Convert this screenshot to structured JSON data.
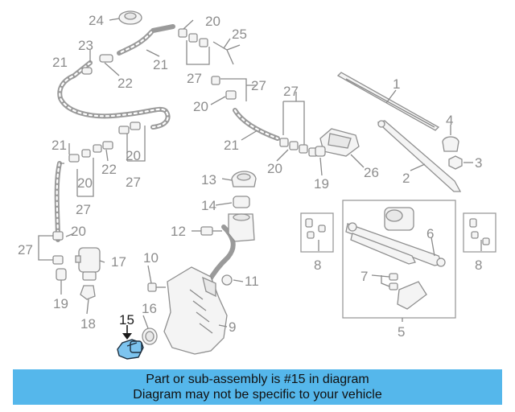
{
  "diagram": {
    "callouts": {
      "c1": "1",
      "c2": "2",
      "c3": "3",
      "c4": "4",
      "c5": "5",
      "c6": "6",
      "c7": "7",
      "c8a": "8",
      "c8b": "8",
      "c9": "9",
      "c10": "10",
      "c11": "11",
      "c12": "12",
      "c13": "13",
      "c14": "14",
      "c15": "15",
      "c16": "16",
      "c17": "17",
      "c18": "18",
      "c19a": "19",
      "c19b": "19",
      "c20a": "20",
      "c20b": "20",
      "c20c": "20",
      "c20d": "20",
      "c20e": "20",
      "c20f": "20",
      "c21a": "21",
      "c21b": "21",
      "c21c": "21",
      "c21d": "21",
      "c22a": "22",
      "c22b": "22",
      "c23": "23",
      "c24": "24",
      "c25": "25",
      "c26": "26",
      "c27a": "27",
      "c27b": "27",
      "c27c": "27",
      "c27d": "27",
      "c27e": "27",
      "c27f": "27"
    },
    "highlighted_part": "15",
    "highlight_color": "#7dc4ef"
  },
  "banner": {
    "line1": "Part or sub-assembly is #15 in diagram",
    "line2": "Diagram may not be specific to your vehicle",
    "background": "#55b7eb"
  }
}
